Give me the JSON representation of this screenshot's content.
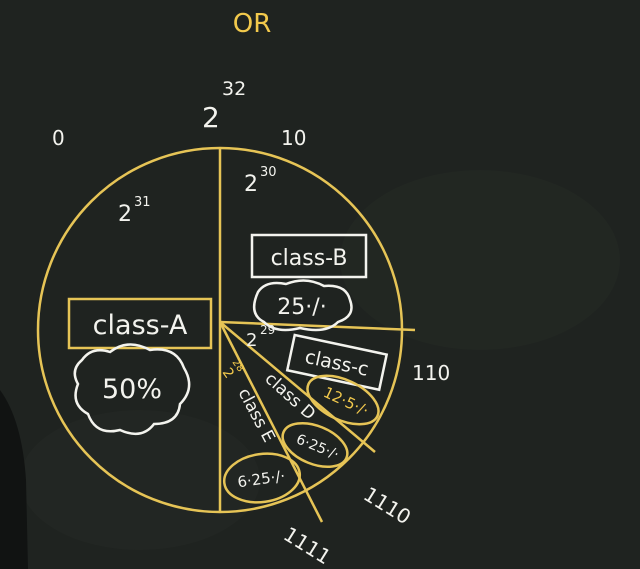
{
  "board": {
    "top_label": "OR",
    "power_top": {
      "base": "2",
      "exp": "32"
    },
    "bit_0": "0",
    "bit_10": "10",
    "bit_110": "110",
    "bit_1110": "1110",
    "bit_1111": "1111",
    "power_class_a": {
      "base": "2",
      "exp": "31"
    },
    "power_class_b": {
      "base": "2",
      "exp": "30"
    },
    "power_class_c": {
      "base": "2",
      "exp": "29"
    },
    "power_class_d": {
      "base": "2",
      "exp": "28"
    }
  },
  "chart_data": {
    "type": "pie",
    "title": "",
    "slices": [
      {
        "label": "class-A",
        "percent_label": "50%",
        "value": 50
      },
      {
        "label": "class-B",
        "percent_label": "25·/·",
        "value": 25
      },
      {
        "label": "class-c",
        "percent_label": "12·5·/·",
        "value": 12.5
      },
      {
        "label": "class D",
        "percent_label": "6·25·/·",
        "value": 6.25
      },
      {
        "label": "class E",
        "percent_label": "6·25·/·",
        "value": 6.25
      }
    ],
    "colors": {
      "board": "#1f2320",
      "chalk": "#f3f3ee",
      "yellow": "#f2c94c"
    }
  }
}
